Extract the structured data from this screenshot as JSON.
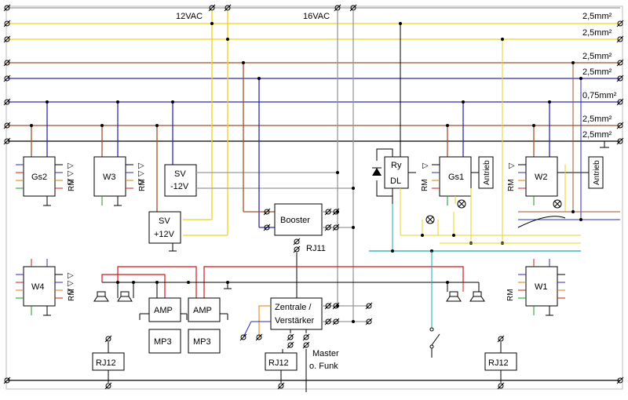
{
  "colors": {
    "black": "#000000",
    "gray": "#9a9a9a",
    "yellow": "#f2d21b",
    "brown": "#a0522d",
    "blue": "#2b2bb5",
    "red": "#d01818",
    "orange": "#e07b13",
    "green": "#1a9a1a",
    "cyan": "#1aa8b8"
  },
  "supply_labels": {
    "ac12": "12VAC",
    "ac16": "16VAC"
  },
  "bus_sizes": [
    "2,5mm²",
    "2,5mm²",
    "2,5mm²",
    "2,5mm²",
    "0,75mm²",
    "2,5mm²",
    "2,5mm²"
  ],
  "modules": {
    "gs2": "Gs2",
    "w3": "W3",
    "w4": "W4",
    "w1": "W1",
    "gs1": "Gs1",
    "w2": "W2",
    "rm": "RM",
    "antrieb": "Antrieb",
    "ry": "Ry",
    "dl": "DL",
    "sv12neg_line1": "SV",
    "sv12neg_line2": "-12V",
    "sv12pos_line1": "SV",
    "sv12pos_line2": "+12V",
    "booster": "Booster",
    "rj11": "RJ11",
    "zentrale_line1": "Zentrale /",
    "zentrale_line2": "Verstärker",
    "amp": "AMP",
    "mp3": "MP3",
    "rj12": "RJ12",
    "master_line1": "Master",
    "master_line2": "o. Funk"
  }
}
